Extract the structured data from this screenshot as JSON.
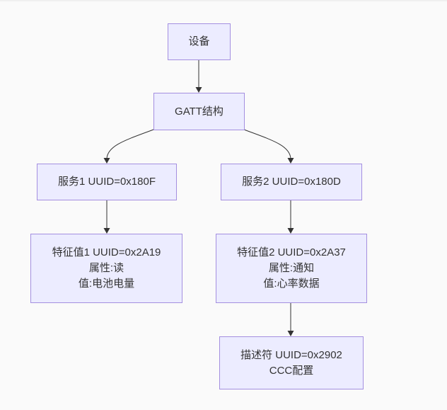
{
  "diagram": {
    "type": "flowchart-top-down",
    "colors": {
      "background": "#fafafa",
      "node_fill": "#ececff",
      "node_border": "#a48fe0",
      "edge": "#333333",
      "text": "#333333"
    },
    "nodes": {
      "device": {
        "lines": [
          "设备"
        ]
      },
      "gatt": {
        "lines": [
          "GATT结构"
        ]
      },
      "service1": {
        "lines": [
          "服务1 UUID=0x180F"
        ]
      },
      "service2": {
        "lines": [
          "服务2 UUID=0x180D"
        ]
      },
      "char1": {
        "lines": [
          "特征值1 UUID=0x2A19",
          "属性:读",
          "值:电池电量"
        ]
      },
      "char2": {
        "lines": [
          "特征值2 UUID=0x2A37",
          "属性:通知",
          "值:心率数据"
        ]
      },
      "descriptor": {
        "lines": [
          "描述符 UUID=0x2902",
          "CCC配置"
        ]
      }
    },
    "edges": [
      {
        "from": "device",
        "to": "gatt"
      },
      {
        "from": "gatt",
        "to": "service1"
      },
      {
        "from": "gatt",
        "to": "service2"
      },
      {
        "from": "service1",
        "to": "char1"
      },
      {
        "from": "service2",
        "to": "char2"
      },
      {
        "from": "char2",
        "to": "descriptor"
      }
    ]
  }
}
